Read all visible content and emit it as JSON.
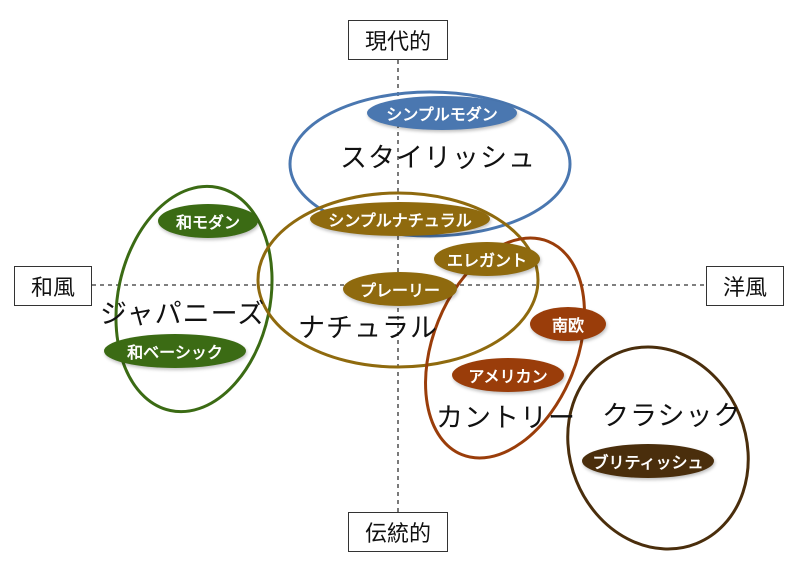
{
  "axes": {
    "top": "現代的",
    "bottom": "伝統的",
    "left": "和風",
    "right": "洋風"
  },
  "groups": {
    "stylish": "スタイリッシュ",
    "japanese": "ジャパニーズ",
    "natural": "ナチュラル",
    "country": "カントリー",
    "classic": "クラシック"
  },
  "styles": {
    "simple_modern": "シンプルモダン",
    "wa_modern": "和モダン",
    "simple_natural": "シンプルナチュラル",
    "elegant": "エレガント",
    "prairie": "プレーリー",
    "wa_basic": "和ベーシック",
    "nanou": "南欧",
    "american": "アメリカン",
    "british": "ブリティッシュ"
  },
  "colors": {
    "stylish": "#4a77b0",
    "japanese": "#3b6b14",
    "natural": "#8f6a0e",
    "country": "#9a3d0a",
    "classic": "#4a2e0c"
  }
}
